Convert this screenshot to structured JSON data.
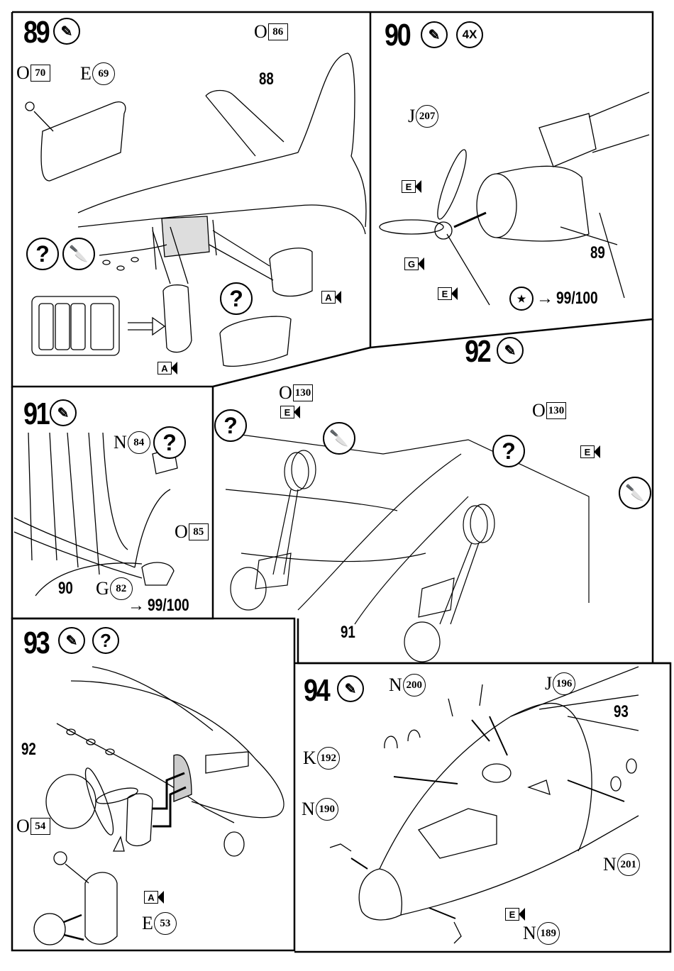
{
  "document": {
    "type": "model kit assembly instructions",
    "colors": {
      "ink": "#000000",
      "paper": "#ffffff"
    }
  },
  "steps": [
    {
      "number": "89",
      "icons": [
        "glue-tube-icon"
      ],
      "references": [
        {
          "label": "88"
        }
      ],
      "parts": [
        {
          "sprue": "O",
          "number": "86",
          "shape": "square"
        },
        {
          "sprue": "O",
          "number": "70",
          "shape": "square"
        },
        {
          "sprue": "E",
          "number": "69",
          "shape": "circle"
        }
      ],
      "flags": [
        {
          "letter": "A"
        },
        {
          "letter": "A"
        }
      ],
      "callouts": [
        "question-icon",
        "knife-icon",
        "question-icon"
      ]
    },
    {
      "number": "90",
      "icons": [
        "glue-tube-icon"
      ],
      "multiplier": "4X",
      "references": [
        {
          "label": "89"
        }
      ],
      "parts": [
        {
          "sprue": "J",
          "number": "207",
          "shape": "circle"
        }
      ],
      "flags": [
        {
          "letter": "E"
        },
        {
          "letter": "G"
        },
        {
          "letter": "E"
        }
      ],
      "goto": "99/100"
    },
    {
      "number": "91",
      "icons": [
        "glue-tube-icon"
      ],
      "references": [
        {
          "label": "90"
        }
      ],
      "parts": [
        {
          "sprue": "N",
          "number": "84",
          "shape": "circle"
        },
        {
          "sprue": "O",
          "number": "85",
          "shape": "square"
        },
        {
          "sprue": "G",
          "number": "82",
          "shape": "circle"
        }
      ],
      "goto": "99/100"
    },
    {
      "number": "92",
      "icons": [
        "glue-tube-icon"
      ],
      "references": [
        {
          "label": "91"
        }
      ],
      "parts": [
        {
          "sprue": "O",
          "number": "130",
          "shape": "square"
        },
        {
          "sprue": "O",
          "number": "130",
          "shape": "square"
        }
      ],
      "flags": [
        {
          "letter": "E"
        },
        {
          "letter": "E"
        }
      ]
    },
    {
      "number": "93",
      "icons": [
        "glue-tube-icon",
        "question-icon"
      ],
      "references": [
        {
          "label": "92"
        }
      ],
      "parts": [
        {
          "sprue": "O",
          "number": "54",
          "shape": "square"
        },
        {
          "sprue": "E",
          "number": "53",
          "shape": "circle"
        }
      ],
      "flags": [
        {
          "letter": "A"
        }
      ]
    },
    {
      "number": "94",
      "icons": [
        "glue-tube-icon"
      ],
      "references": [
        {
          "label": "93"
        }
      ],
      "parts": [
        {
          "sprue": "N",
          "number": "200",
          "shape": "circle"
        },
        {
          "sprue": "J",
          "number": "196",
          "shape": "circle"
        },
        {
          "sprue": "K",
          "number": "192",
          "shape": "circle"
        },
        {
          "sprue": "N",
          "number": "190",
          "shape": "circle"
        },
        {
          "sprue": "N",
          "number": "201",
          "shape": "circle"
        },
        {
          "sprue": "N",
          "number": "189",
          "shape": "circle"
        }
      ],
      "flags": [
        {
          "letter": "E"
        }
      ]
    }
  ]
}
